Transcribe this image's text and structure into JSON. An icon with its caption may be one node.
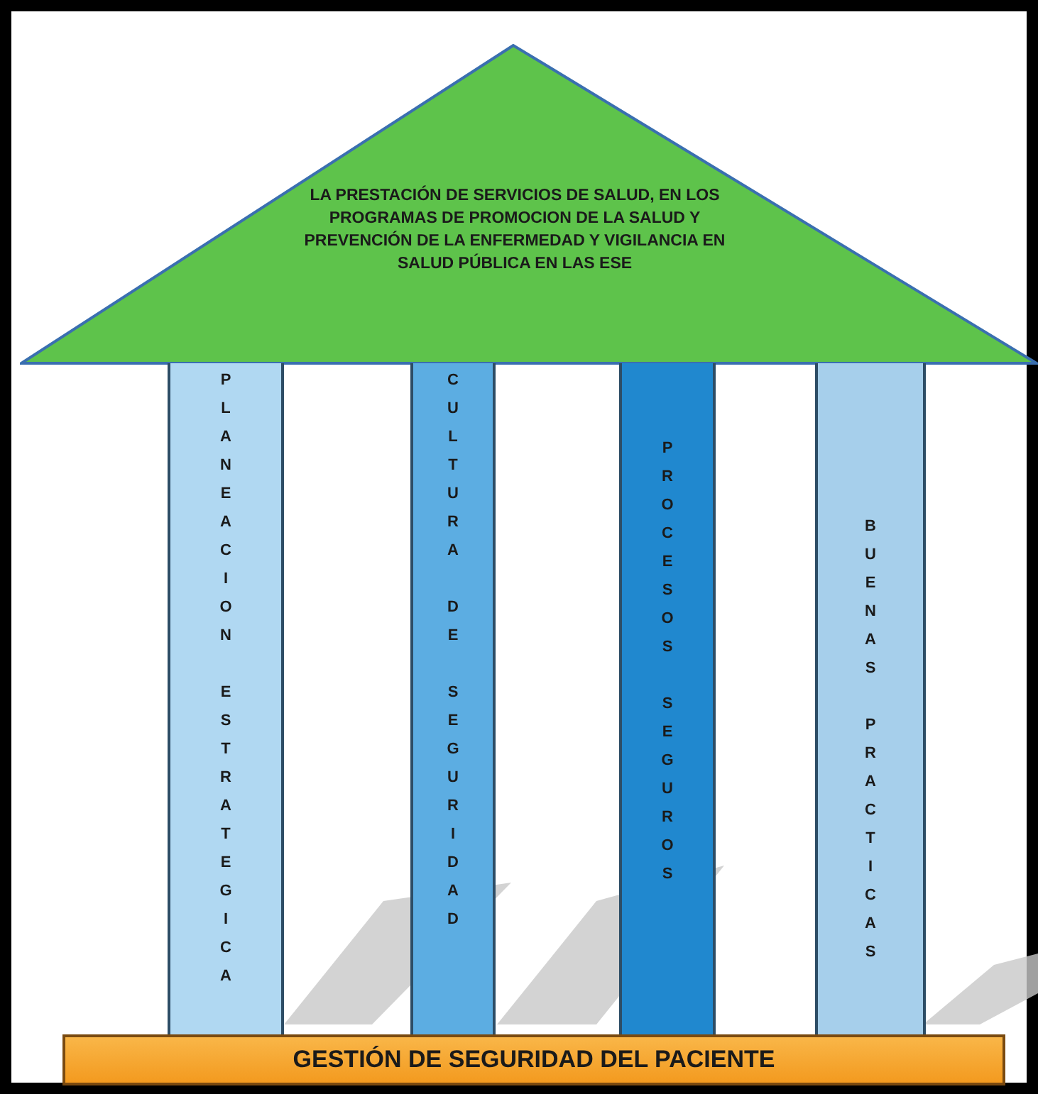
{
  "diagram": {
    "nodes": [
      {
        "text": [
          "LA PRESTACIÓN DE SERVICIOS DE SALUD, EN LOS PROGRAMAS DE PROMOCION DE LA SALUD Y PREVENCIÓN DE LA ENFERMEDAD Y VIGILANCIA EN SALUD PÚBLICA EN LAS ESE"
        ]
      },
      {
        "text": [
          "PLANEACION ESTRATEGICA"
        ]
      },
      {
        "text": [
          "CULTURA DE SEGURIDAD"
        ]
      },
      {
        "text": [
          "PROCESOS SEGUROS"
        ]
      },
      {
        "text": [
          "BUENAS PRACTICAS"
        ]
      },
      {
        "text": [
          "GESTIÓN DE SEGURIDAD DEL PACIENTE"
        ]
      }
    ]
  }
}
